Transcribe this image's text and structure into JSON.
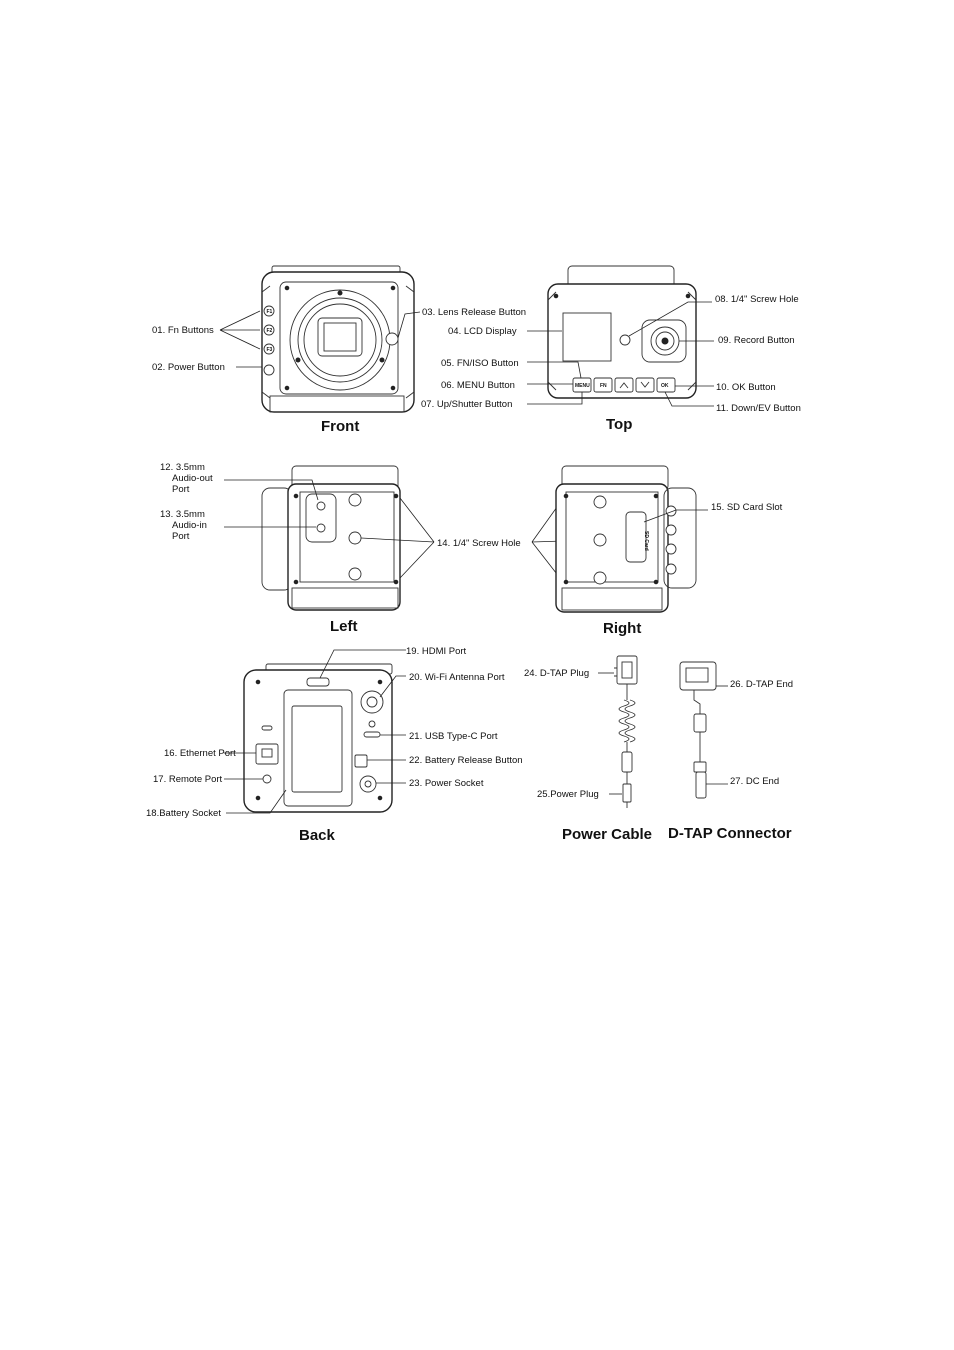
{
  "views": {
    "front": "Front",
    "top": "Top",
    "left": "Left",
    "right": "Right",
    "back": "Back",
    "power_cable": "Power Cable",
    "dtap_connector": "D-TAP Connector"
  },
  "labels": {
    "l01": "01. Fn Buttons",
    "l02": "02. Power Button",
    "l03": "03. Lens Release Button",
    "l04": "04. LCD Display",
    "l05": "05. FN/ISO Button",
    "l06": "06. MENU Button",
    "l07": "07. Up/Shutter Button",
    "l08": "08. 1/4\" Screw Hole",
    "l09": "09. Record Button",
    "l10": "10. OK Button",
    "l11": "11. Down/EV Button",
    "l12": [
      "12. 3.5mm",
      "Audio-out",
      "Port"
    ],
    "l13": [
      "13. 3.5mm",
      "Audio-in",
      "Port"
    ],
    "l14": "14. 1/4\" Screw Hole",
    "l15": "15. SD Card Slot",
    "l16": "16. Ethernet Port",
    "l17": "17. Remote Port",
    "l18": "18.Battery Socket",
    "l19": "19. HDMI Port",
    "l20": "20. Wi-Fi Antenna Port",
    "l21": "21. USB Type-C Port",
    "l22": "22. Battery Release Button",
    "l23": "23. Power Socket",
    "l24": "24. D-TAP Plug",
    "l25": "25.Power Plug",
    "l26": "26. D-TAP End",
    "l27": "27. DC End"
  },
  "buttons": {
    "menu": "MENU",
    "fn": "FN",
    "ok": "OK",
    "sd": "SD Card",
    "f1": "F1",
    "f2": "F2",
    "f3": "F3"
  }
}
